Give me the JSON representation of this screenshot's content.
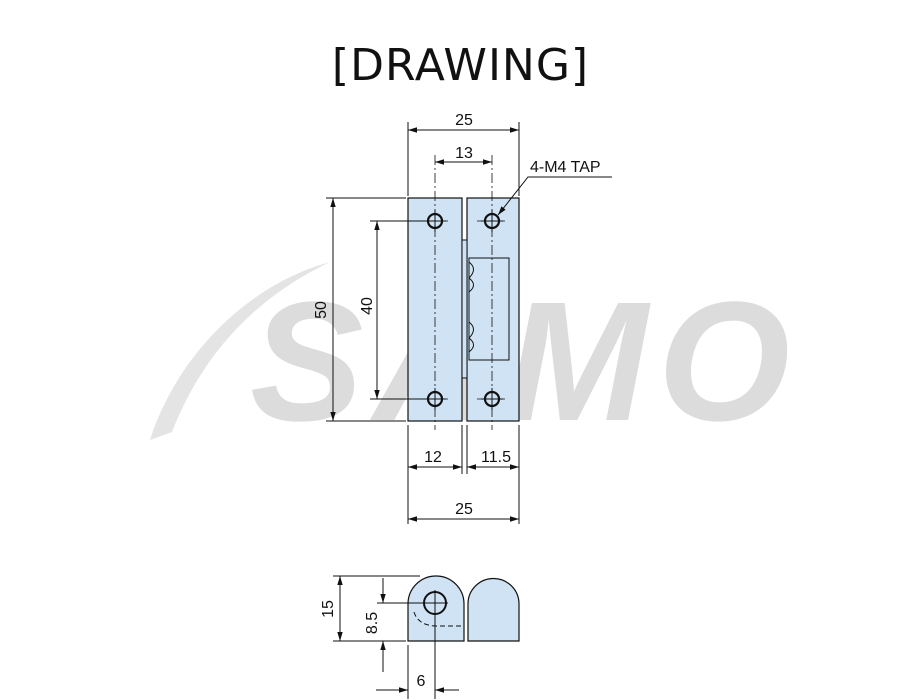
{
  "title": "[DRAWING]",
  "watermark": "SAMO",
  "callout": "4-M4 TAP",
  "dimensions": {
    "top_total_width": "25",
    "hole_spacing_x": "13",
    "total_height": "50",
    "hole_spacing_y": "40",
    "left_leaf_width": "12",
    "right_leaf_width": "11.5",
    "bottom_total_width": "25",
    "side_height": "15",
    "side_pivot_height": "8.5",
    "side_pivot_offset": "6"
  },
  "colors": {
    "part_fill": "#cfe3f5",
    "line": "#111111",
    "watermark": "#dcdcdc"
  }
}
